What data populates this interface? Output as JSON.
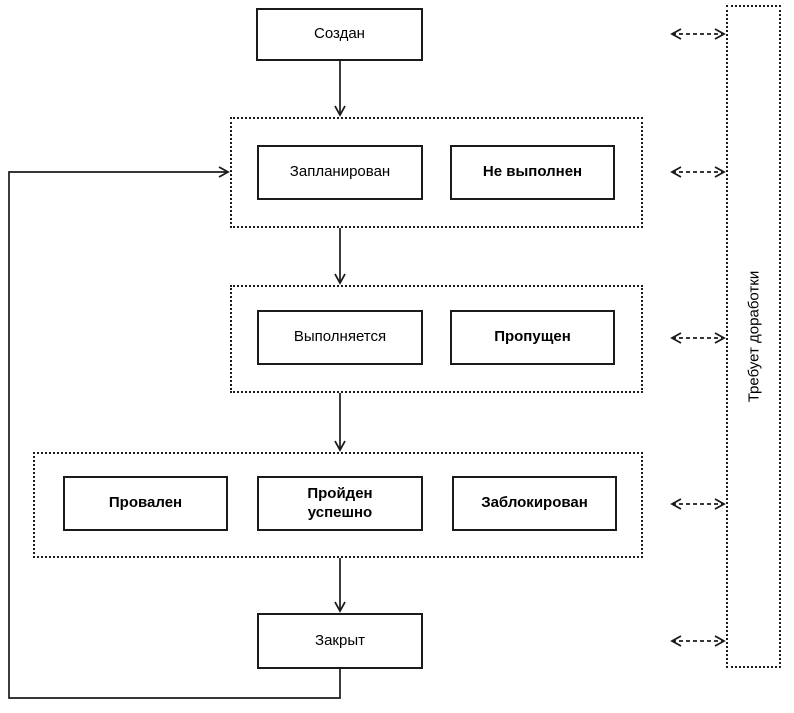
{
  "colors": {
    "ink": "#000000",
    "background": "#ffffff"
  },
  "nodes": {
    "created": {
      "label": "Создан"
    },
    "planned": {
      "label": "Запланирован"
    },
    "not_executed": {
      "label": "Не выполнен"
    },
    "in_progress": {
      "label": "Выполняется"
    },
    "skipped": {
      "label": "Пропущен"
    },
    "failed": {
      "label": "Провален"
    },
    "passed": {
      "label": "Пройден успешно"
    },
    "blocked": {
      "label": "Заблокирован"
    },
    "closed": {
      "label": "Закрыт"
    }
  },
  "side_panel": {
    "label": "Требует доработки"
  }
}
